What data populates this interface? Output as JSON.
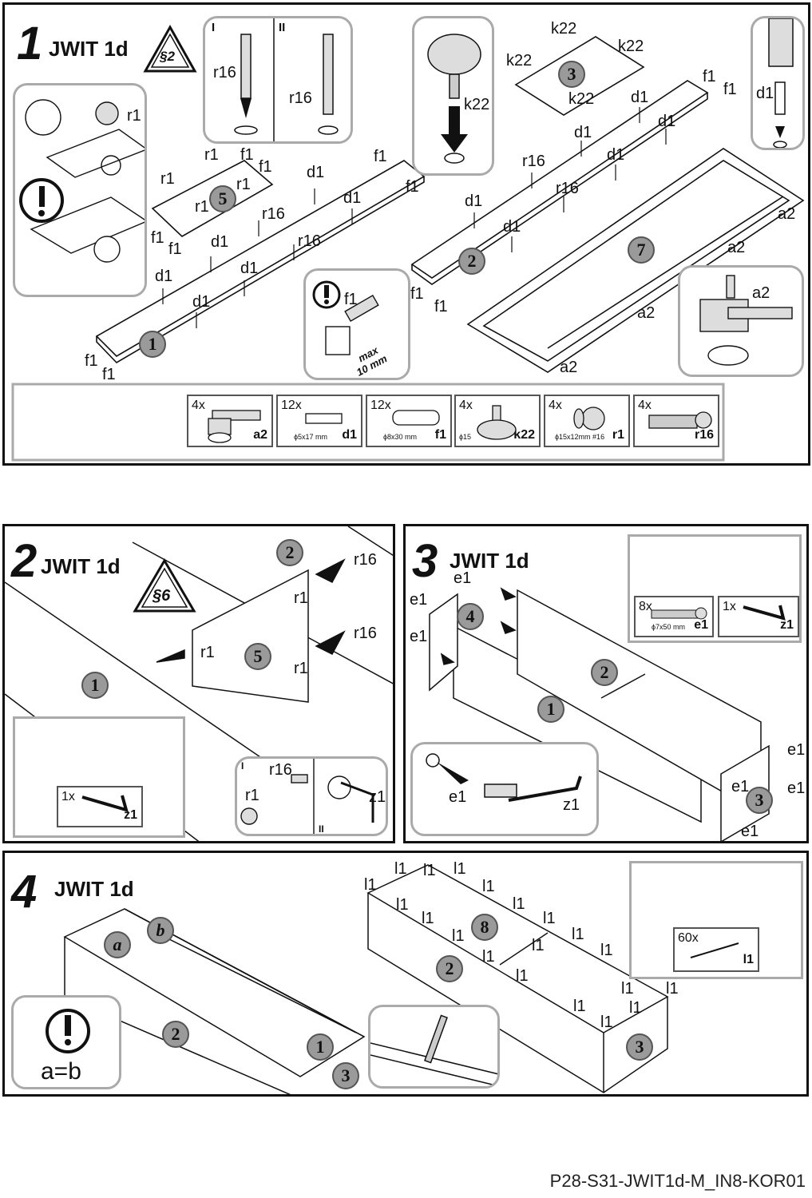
{
  "step1": {
    "number": "1",
    "title": "JWIT 1d",
    "warning": "§2",
    "inset_labels": {
      "r1": "r1",
      "f1": "f1",
      "max_line1": "max",
      "max_line2": "10 mm",
      "roman1": "I",
      "roman2": "II",
      "r16": "r16",
      "k22": "k22",
      "d1": "d1",
      "a2": "a2"
    },
    "panels": [
      "1",
      "2",
      "3",
      "5",
      "7"
    ],
    "labels": {
      "r1": "r1",
      "f1": "f1",
      "d1": "d1",
      "r16": "r16",
      "k22": "k22",
      "a2": "a2"
    },
    "parts": [
      {
        "qty": "4x",
        "dim": "",
        "code": "a2"
      },
      {
        "qty": "12x",
        "dim": "ϕ5x17 mm",
        "code": "d1"
      },
      {
        "qty": "12x",
        "dim": "ϕ8x30 mm",
        "code": "f1"
      },
      {
        "qty": "4x",
        "dim": "ϕ15",
        "code": "k22"
      },
      {
        "qty": "4x",
        "dim": "ϕ15x12mm #16",
        "code": "r1"
      },
      {
        "qty": "4x",
        "dim": "",
        "code": "r16"
      }
    ]
  },
  "step2": {
    "number": "2",
    "title": "JWIT 1d",
    "warning": "§6",
    "panels": [
      "1",
      "2",
      "5"
    ],
    "labels": {
      "r1": "r1",
      "r16": "r16",
      "z1": "z1",
      "roman1": "I",
      "roman2": "II"
    },
    "tool": {
      "qty": "1x",
      "code": "z1"
    }
  },
  "step3": {
    "number": "3",
    "title": "JWIT 1d",
    "panels": [
      "1",
      "2",
      "3",
      "4"
    ],
    "labels": {
      "e1": "e1",
      "z1": "z1"
    },
    "parts": [
      {
        "qty": "8x",
        "dim": "ϕ7x50 mm",
        "code": "e1"
      },
      {
        "qty": "1x",
        "dim": "",
        "code": "z1"
      }
    ]
  },
  "step4": {
    "number": "4",
    "title": "JWIT 1d",
    "panels": [
      "1",
      "2",
      "3",
      "8"
    ],
    "diag": {
      "a": "a",
      "b": "b"
    },
    "note": "a=b",
    "labels": {
      "l1": "l1"
    },
    "parts": [
      {
        "qty": "60x",
        "code": "l1"
      }
    ]
  },
  "footer": "P28-S31-JWIT1d-M_IN8-KOR01",
  "colors": {
    "line": "#111111",
    "panel_circle": "#9a9a9a",
    "inset_border": "#aaaaaa"
  }
}
